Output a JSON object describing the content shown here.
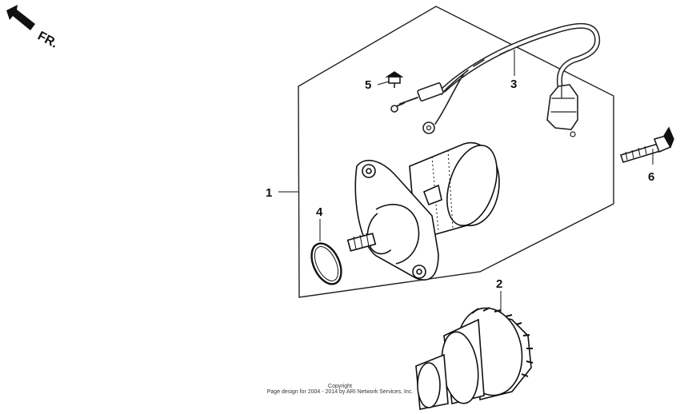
{
  "direction": {
    "label": "FR.",
    "icon": "front-direction-arrow-icon"
  },
  "callouts": {
    "starter_motor": "1",
    "starter_clutch": "2",
    "wire_harness": "3",
    "o_ring": "4",
    "screw": "5",
    "bolt": "6"
  },
  "copyright": {
    "line1": "Copyright",
    "line2": "Page design for 2004 - 2014 by ARI Network Services, Inc."
  }
}
